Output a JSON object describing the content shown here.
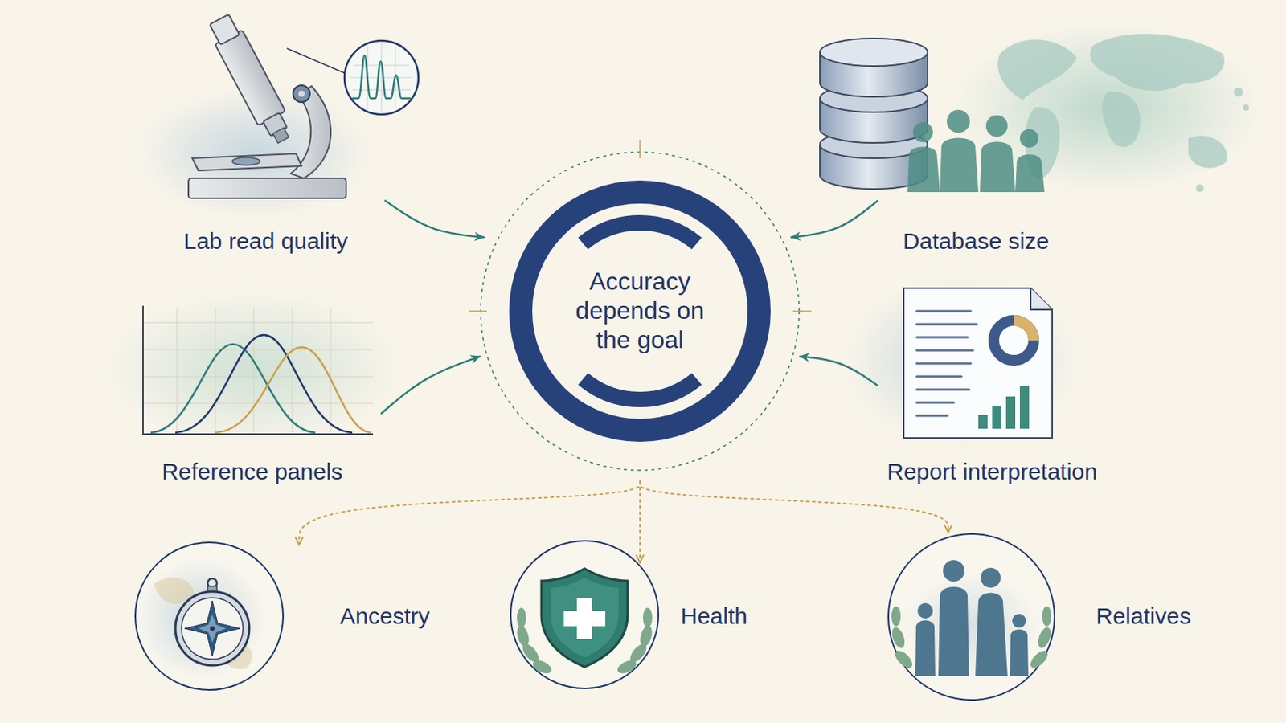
{
  "diagram": {
    "nodes": [
      {
        "text": [
          "Lab read quality"
        ]
      },
      {
        "text": [
          "Database size"
        ]
      },
      {
        "text": [
          "Accuracy depends on the goal"
        ]
      },
      {
        "text": [
          "Reference panels"
        ]
      },
      {
        "text": [
          "Report interpretation"
        ]
      },
      {
        "text": [
          "Ancestry"
        ]
      },
      {
        "text": [
          "Health"
        ]
      },
      {
        "text": [
          "Relatives"
        ]
      }
    ],
    "edges": [
      {
        "from": 0,
        "to": 2,
        "arrow": "to"
      },
      {
        "from": 1,
        "to": 2,
        "arrow": "to"
      },
      {
        "from": 3,
        "to": 2,
        "arrow": "to"
      },
      {
        "from": 4,
        "to": 2,
        "arrow": "to"
      },
      {
        "from": 2,
        "to": 5,
        "arrow": "to"
      },
      {
        "from": 2,
        "to": 6,
        "arrow": "to"
      },
      {
        "from": 2,
        "to": 7,
        "arrow": "to"
      }
    ]
  }
}
